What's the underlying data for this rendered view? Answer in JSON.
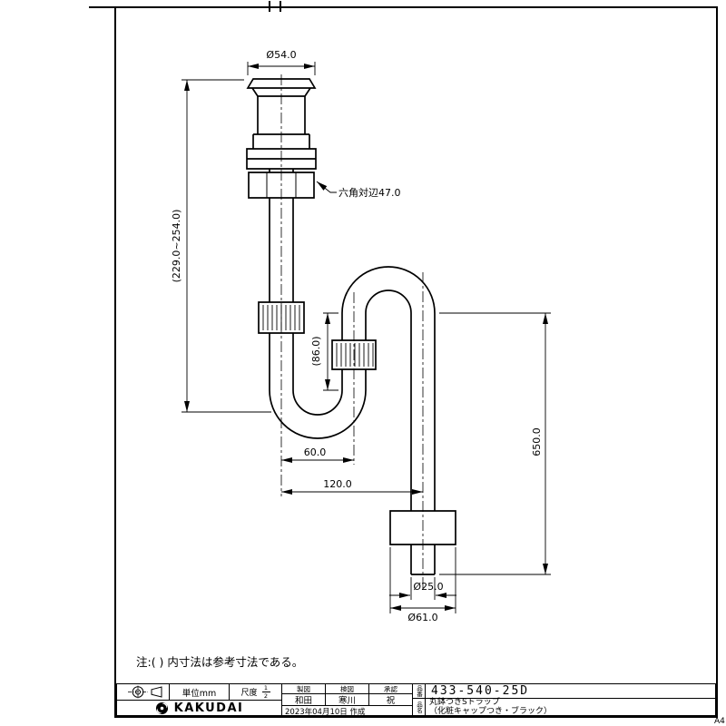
{
  "sheet": {
    "corner_mark": "A4"
  },
  "note": "注:(  ) 内寸法は参考寸法である。",
  "dimensions": {
    "cap_dia": "Ø54.0",
    "hex_flats": "六角対辺47.0",
    "adjustable_height": "(229.0~254.0)",
    "seal_depth": "(86.0)",
    "trap_pitch": "60.0",
    "outlet_offset": "120.0",
    "drop_length": "650.0",
    "outlet_dia": "Ø25.0",
    "flange_dia": "Ø61.0"
  },
  "title_block": {
    "unit": "単位mm",
    "scale_label": "尺度",
    "scale_num": "1",
    "scale_den": "2",
    "col_draft": "製図",
    "col_check": "検図",
    "col_approve": "承認",
    "name_draft": "和田",
    "name_check": "寒川",
    "name_approve": "祝",
    "date": "2023年04月10日 作成",
    "part_no_label": "品番",
    "part_name_label": "品名",
    "part_no": "433-540-25D",
    "part_name_1": "丸鉢つきSトラップ",
    "part_name_2": "（化粧キャップつき・ブラック）",
    "brand": "KAKUDAI"
  }
}
